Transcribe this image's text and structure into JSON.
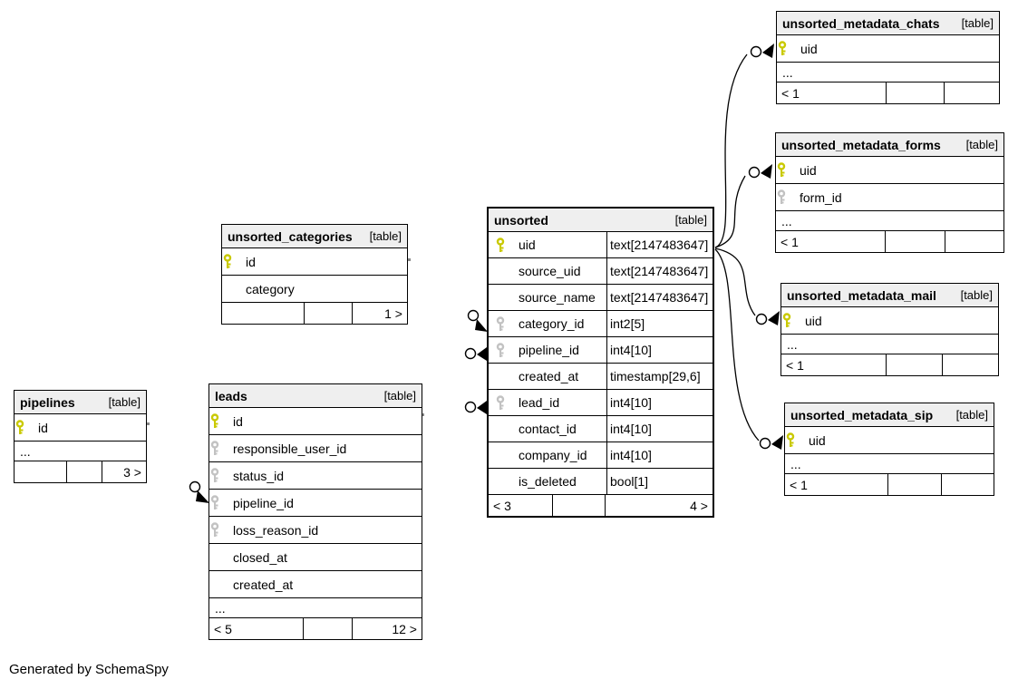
{
  "note": "Generated by SchemaSpy",
  "tag": "[table]",
  "ellipsis": "...",
  "colors": {
    "pk_key": "#c9c900",
    "fk_key": "#c2c2c2",
    "header_bg": "#efefef",
    "border": "#000000"
  },
  "tables": {
    "chats": {
      "title": "unsorted_metadata_chats",
      "rows": [
        {
          "name": "uid",
          "key": "pk"
        }
      ],
      "footer": {
        "left": "< 1",
        "mid": "",
        "right": ""
      }
    },
    "forms": {
      "title": "unsorted_metadata_forms",
      "rows": [
        {
          "name": "uid",
          "key": "pk"
        },
        {
          "name": "form_id",
          "key": "fk"
        }
      ],
      "footer": {
        "left": "< 1",
        "mid": "",
        "right": ""
      }
    },
    "mail": {
      "title": "unsorted_metadata_mail",
      "rows": [
        {
          "name": "uid",
          "key": "pk"
        }
      ],
      "footer": {
        "left": "< 1",
        "mid": "",
        "right": ""
      }
    },
    "sip": {
      "title": "unsorted_metadata_sip",
      "rows": [
        {
          "name": "uid",
          "key": "pk"
        }
      ],
      "footer": {
        "left": "< 1",
        "mid": "",
        "right": ""
      }
    },
    "unsorted": {
      "title": "unsorted",
      "rows": [
        {
          "name": "uid",
          "key": "pk",
          "type": "text[2147483647]"
        },
        {
          "name": "source_uid",
          "type": "text[2147483647]"
        },
        {
          "name": "source_name",
          "type": "text[2147483647]"
        },
        {
          "name": "category_id",
          "key": "fk",
          "type": "int2[5]"
        },
        {
          "name": "pipeline_id",
          "key": "fk",
          "type": "int4[10]"
        },
        {
          "name": "created_at",
          "type": "timestamp[29,6]"
        },
        {
          "name": "lead_id",
          "key": "fk",
          "type": "int4[10]"
        },
        {
          "name": "contact_id",
          "type": "int4[10]"
        },
        {
          "name": "company_id",
          "type": "int4[10]"
        },
        {
          "name": "is_deleted",
          "type": "bool[1]"
        }
      ],
      "footer": {
        "left": "< 3",
        "mid": "",
        "right": "4 >"
      }
    },
    "categories": {
      "title": "unsorted_categories",
      "rows": [
        {
          "name": "id",
          "key": "pk"
        },
        {
          "name": "category"
        }
      ],
      "footer": {
        "left": "",
        "mid": "",
        "right": "1 >"
      }
    },
    "pipelines": {
      "title": "pipelines",
      "rows": [
        {
          "name": "id",
          "key": "pk"
        }
      ],
      "footer": {
        "left": "",
        "mid": "",
        "right": "3 >"
      }
    },
    "leads": {
      "title": "leads",
      "rows": [
        {
          "name": "id",
          "key": "pk"
        },
        {
          "name": "responsible_user_id",
          "key": "fk"
        },
        {
          "name": "status_id",
          "key": "fk"
        },
        {
          "name": "pipeline_id",
          "key": "fk"
        },
        {
          "name": "loss_reason_id",
          "key": "fk"
        },
        {
          "name": "closed_at"
        },
        {
          "name": "created_at"
        }
      ],
      "footer": {
        "left": "< 5",
        "mid": "",
        "right": "12 >"
      }
    }
  }
}
